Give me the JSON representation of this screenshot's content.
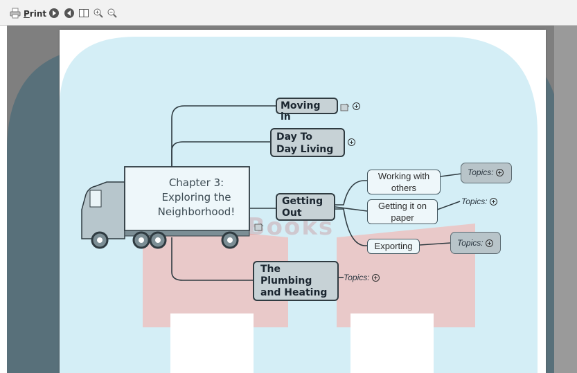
{
  "toolbar": {
    "print_label": "Print",
    "icons": [
      "printer-icon",
      "forward-icon",
      "back-icon",
      "two-page-icon",
      "zoom-in-icon",
      "zoom-out-icon"
    ]
  },
  "watermark": {
    "text": "DropBooks"
  },
  "mindmap": {
    "central_topic": {
      "line1": "Chapter 3:",
      "line2": "Exploring the",
      "line3": "Neighborhood!"
    },
    "main_topics": {
      "moving_in": "Moving in",
      "day_to_day_line1": "Day To",
      "day_to_day_line2": "Day Living",
      "getting_out_line1": "Getting",
      "getting_out_line2": "Out",
      "plumbing_line1": "The",
      "plumbing_line2": "Plumbing",
      "plumbing_line3": "and Heating"
    },
    "subtopics": {
      "working_line1": "Working with",
      "working_line2": "others",
      "getting_paper_line1": "Getting it on",
      "getting_paper_line2": "paper",
      "exporting": "Exporting"
    },
    "topics_label": "Topics:"
  },
  "colors": {
    "node_fill": "#c7d2d6",
    "node_border": "#2f3b41",
    "watermark_blue": "#cfeaf3",
    "watermark_red": "#d9a3a3"
  }
}
